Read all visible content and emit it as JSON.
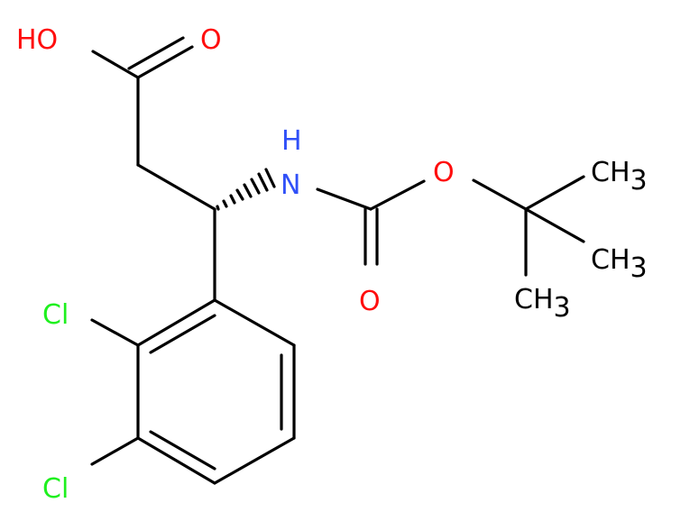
{
  "molecule": {
    "atoms": {
      "hydroxyl": "HO",
      "carbonyl_o_acid": "O",
      "amine_h": "H",
      "amine_n": "N",
      "ester_o": "O",
      "carbonyl_o_boc": "O",
      "chlorine_1": "Cl",
      "chlorine_2": "Cl",
      "methyl_1": "CH",
      "methyl_1_sub": "3",
      "methyl_2": "CH",
      "methyl_2_sub": "3",
      "methyl_3": "CH",
      "methyl_3_sub": "3"
    },
    "colors": {
      "oxygen": "#ff0d0d",
      "nitrogen": "#3050f8",
      "chlorine": "#1ff01f",
      "carbon": "#000000"
    }
  }
}
